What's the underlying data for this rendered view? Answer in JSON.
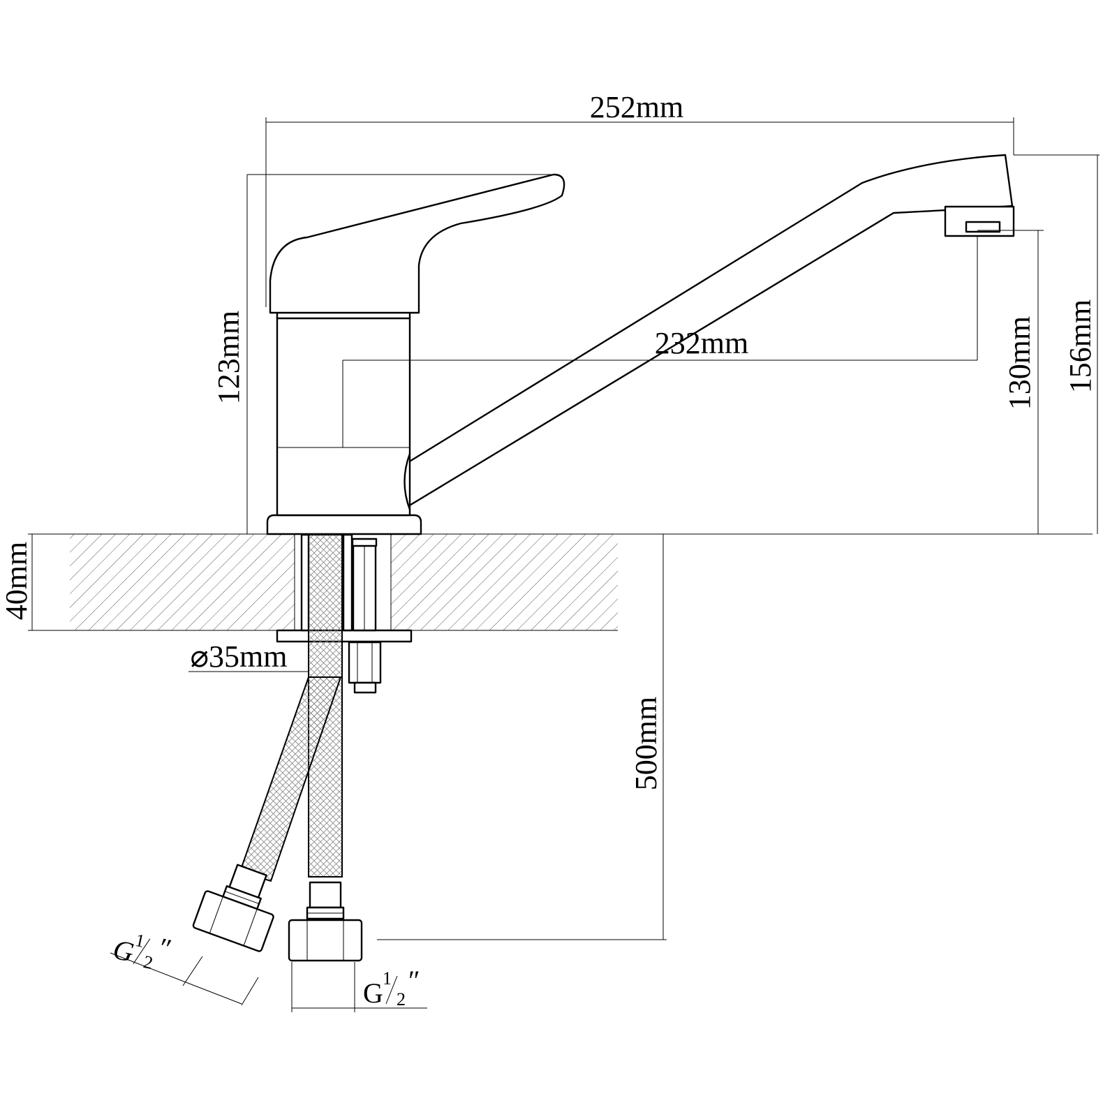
{
  "dimensions": {
    "total_width": "252mm",
    "spout_reach": "232mm",
    "body_height": "123mm",
    "spout_clearance": "130mm",
    "total_height": "156mm",
    "counter_thickness": "40mm",
    "hole_diameter": "⌀35mm",
    "hose_length": "500mm"
  },
  "connectors": {
    "left": {
      "main": "G",
      "sup": "1",
      "sub": "2",
      "mark": "″"
    },
    "right": {
      "main": "G",
      "sup": "1",
      "sub": "2",
      "mark": "″"
    }
  },
  "line_color": "#000000",
  "background_color": "#ffffff"
}
